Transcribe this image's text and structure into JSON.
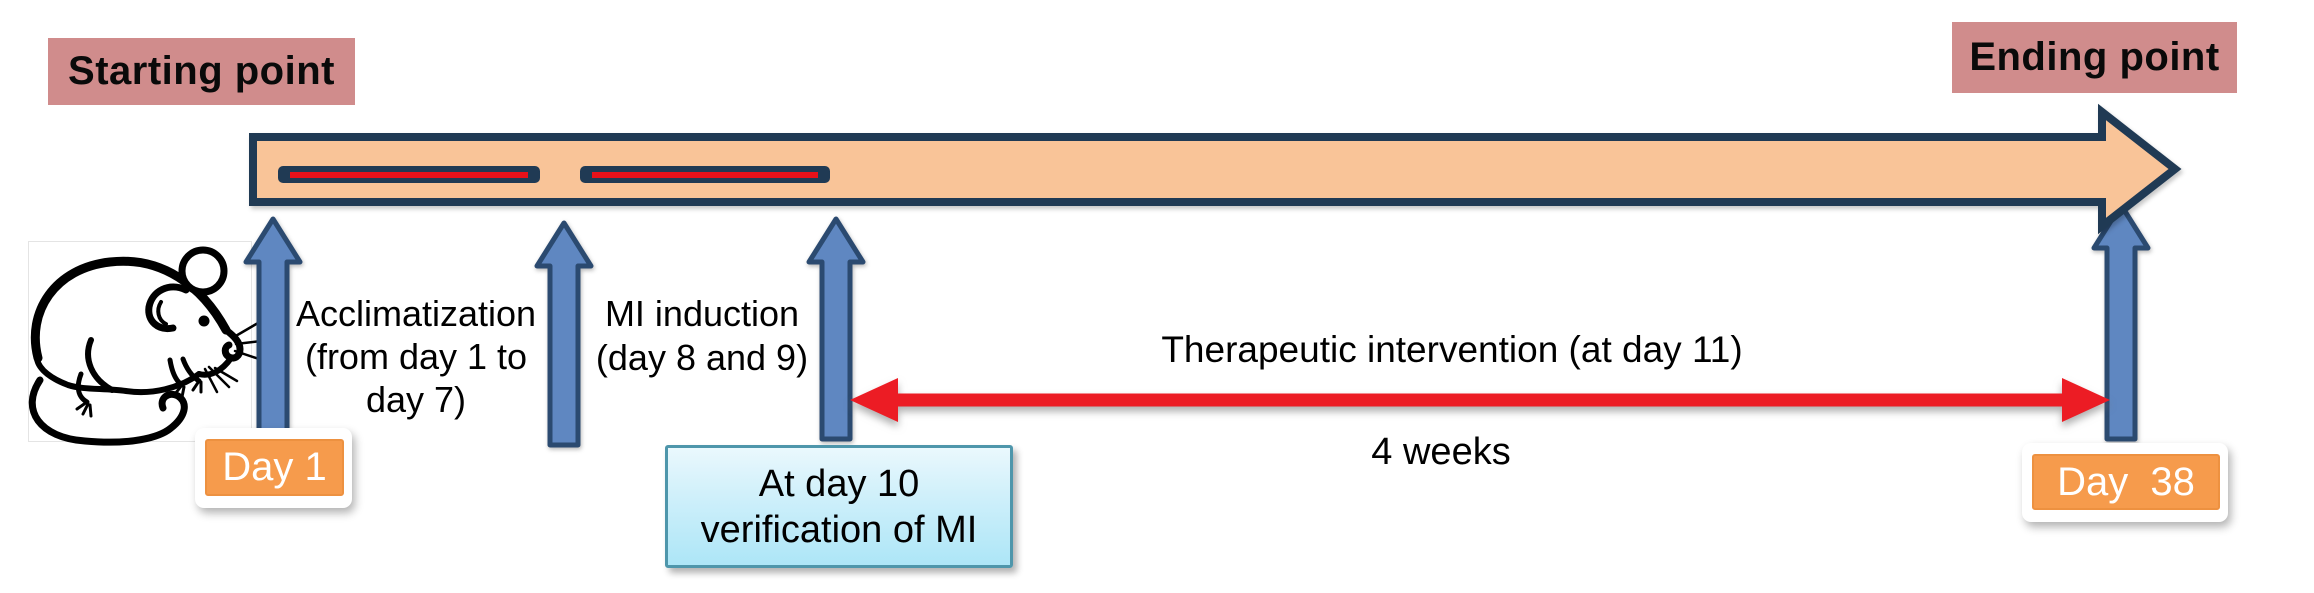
{
  "figure": {
    "type": "experimental-timeline-diagram",
    "labels": {
      "starting_point": "Starting point",
      "ending_point": "Ending point"
    },
    "markers": {
      "day1": "Day 1",
      "day38": "Day  38"
    },
    "phases": {
      "acclimatization": {
        "lines": [
          "Acclimatization",
          "(from day 1 to",
          "day 7)"
        ]
      },
      "mi_induction": {
        "lines": [
          "MI induction",
          "(day 8 and 9)"
        ]
      },
      "verification": {
        "lines": [
          "At day 10",
          "verification of MI"
        ]
      },
      "therapeutic_intervention": "Therapeutic intervention (at day 11)",
      "duration": "4 weeks"
    },
    "icons": {
      "mouse": "mouse-line-art"
    },
    "colors": {
      "label_rose": "#D08C8C",
      "timeline_fill": "#F9C498",
      "timeline_outline": "#203A54",
      "segment_bar": "#203A54",
      "segment_line_red": "#E8111A",
      "marker_arrow_fill": "#5F87C1",
      "marker_arrow_outline": "#2B4A70",
      "day_badge_orange": "#F69B4C",
      "verification_top": "#EAF8FD",
      "verification_bottom": "#ADE6F7",
      "verification_border": "#4E96AB",
      "duration_arrow_red": "#EC1C24",
      "text": "#000000"
    }
  }
}
